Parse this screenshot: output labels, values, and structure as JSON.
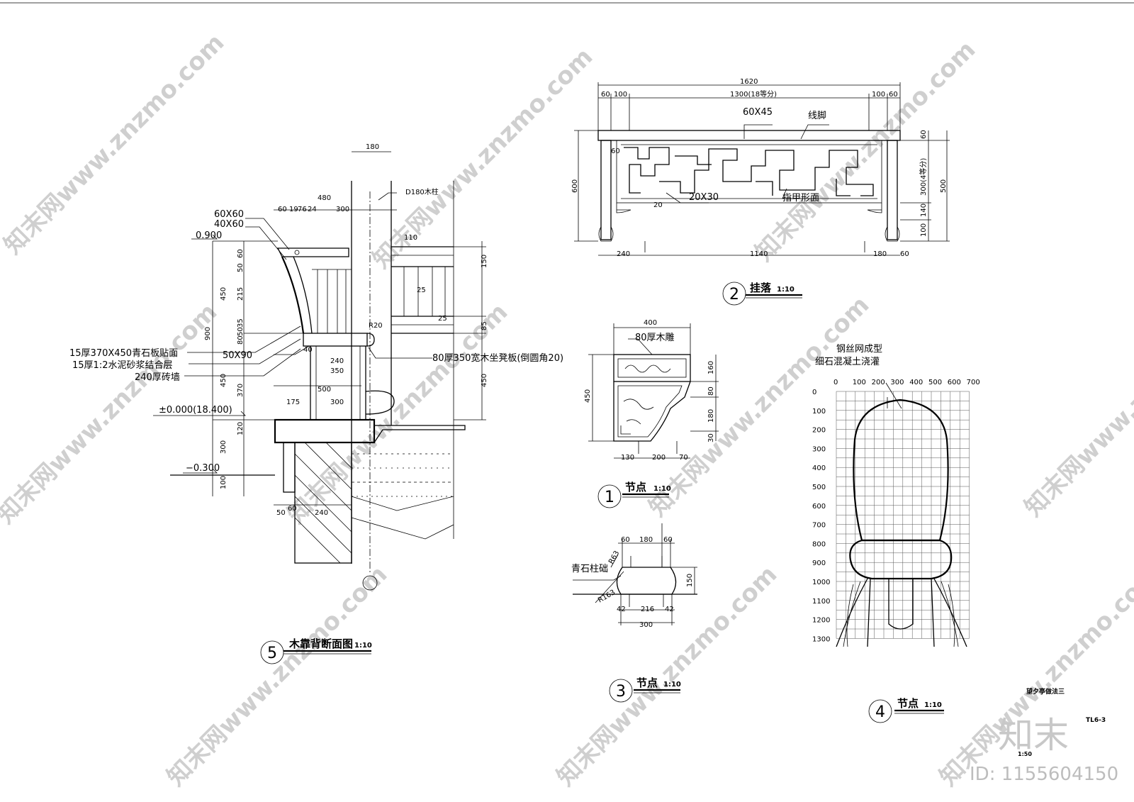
{
  "sheet": {
    "title": "望夕亭做法三",
    "code": "TL6-3",
    "scale": "1:50",
    "id_label": "ID: 1155604150",
    "logo": "知末",
    "watermark": "知末网www.znzmo.com"
  },
  "detail5": {
    "number": "5",
    "title": "木靠背断面图",
    "scale": "1:10",
    "annotations": {
      "a1": "60X60",
      "a2": "40X60",
      "a3": "15厚370X450青石板贴面",
      "a4": "15厚1:2水泥砂浆结合层",
      "a5": "240厚砖墙",
      "a6": "50X90",
      "a7": "80厚350宽木坐凳板(倒圆角20)",
      "a8": "D180木柱"
    },
    "elevations": {
      "e1": "0.900",
      "e2": "±0.000(18.400)",
      "e3": "−0.300"
    },
    "dims": {
      "d180": "180",
      "d480": "480",
      "d60": "60",
      "d19": "19",
      "d76": "76",
      "d24": "24",
      "d300": "300",
      "d110": "110",
      "d150": "150",
      "d25a": "25",
      "d25b": "25",
      "d85": "85",
      "d450r": "450",
      "d900": "900",
      "d450l": "450",
      "d215": "215",
      "d40": "40",
      "d50": "50",
      "d60b": "60",
      "d35": "35",
      "d50b": "50",
      "d80": "80",
      "d370": "370",
      "d450m": "450",
      "d240": "240",
      "d350": "350",
      "d500": "500",
      "d175": "175",
      "d300b": "300",
      "d120": "120",
      "d300c": "300",
      "d100": "100",
      "d50c": "50",
      "d60c": "60",
      "d240b": "240",
      "dR20": "R20"
    }
  },
  "detail2": {
    "number": "2",
    "title": "挂落",
    "scale": "1:10",
    "annotations": {
      "a1": "60X45",
      "a2": "线脚",
      "a3": "20X30",
      "a4": "指甲形面"
    },
    "dims": {
      "total": "1620",
      "inner": "1300(18等分)",
      "l60": "60",
      "l100": "100",
      "r100": "100",
      "r60": "60",
      "h600": "600",
      "h60": "60",
      "h20": "20",
      "b240": "240",
      "b1140": "1140",
      "b180": "180",
      "b60": "60",
      "rv60": "60",
      "rv300": "300(4等分)",
      "rv140": "140",
      "rv100": "100",
      "rv500": "500"
    }
  },
  "detail1": {
    "number": "1",
    "title": "节点",
    "scale": "1:10",
    "annotations": {
      "a1": "80厚木雕"
    },
    "dims": {
      "w400": "400",
      "h450": "450",
      "b130": "130",
      "b200": "200",
      "b70": "70",
      "r160": "160",
      "r80": "80",
      "r180": "180",
      "r30": "30"
    }
  },
  "detail3": {
    "number": "3",
    "title": "节点",
    "scale": "1:10",
    "annotations": {
      "a1": "青石柱础"
    },
    "dims": {
      "t60a": "60",
      "t180": "180",
      "t60b": "60",
      "h150": "150",
      "r1": "R63",
      "r2": "R163",
      "b42a": "42",
      "b216": "216",
      "b42b": "42",
      "b300": "300"
    }
  },
  "detail4": {
    "number": "4",
    "title": "节点",
    "scale": "1:10",
    "annotations": {
      "a1": "钢丝网成型",
      "a2": "细石混凝土浇灌"
    },
    "x_ticks": [
      "0",
      "100",
      "200",
      "300",
      "400",
      "500",
      "600",
      "700"
    ],
    "y_ticks": [
      "0",
      "100",
      "200",
      "300",
      "400",
      "500",
      "600",
      "700",
      "800",
      "900",
      "1000",
      "1100",
      "1200",
      "1300"
    ]
  }
}
